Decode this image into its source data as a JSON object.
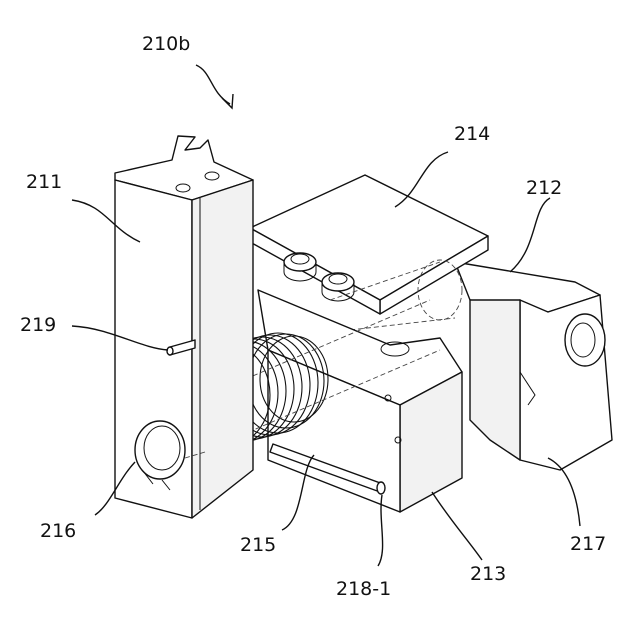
{
  "figure": {
    "labels": {
      "assembly": "210b",
      "l211": "211",
      "l212": "212",
      "l213": "213",
      "l214": "214",
      "l215": "215",
      "l216": "216",
      "l217": "217",
      "l218_1": "218-1",
      "l219": "219"
    }
  }
}
